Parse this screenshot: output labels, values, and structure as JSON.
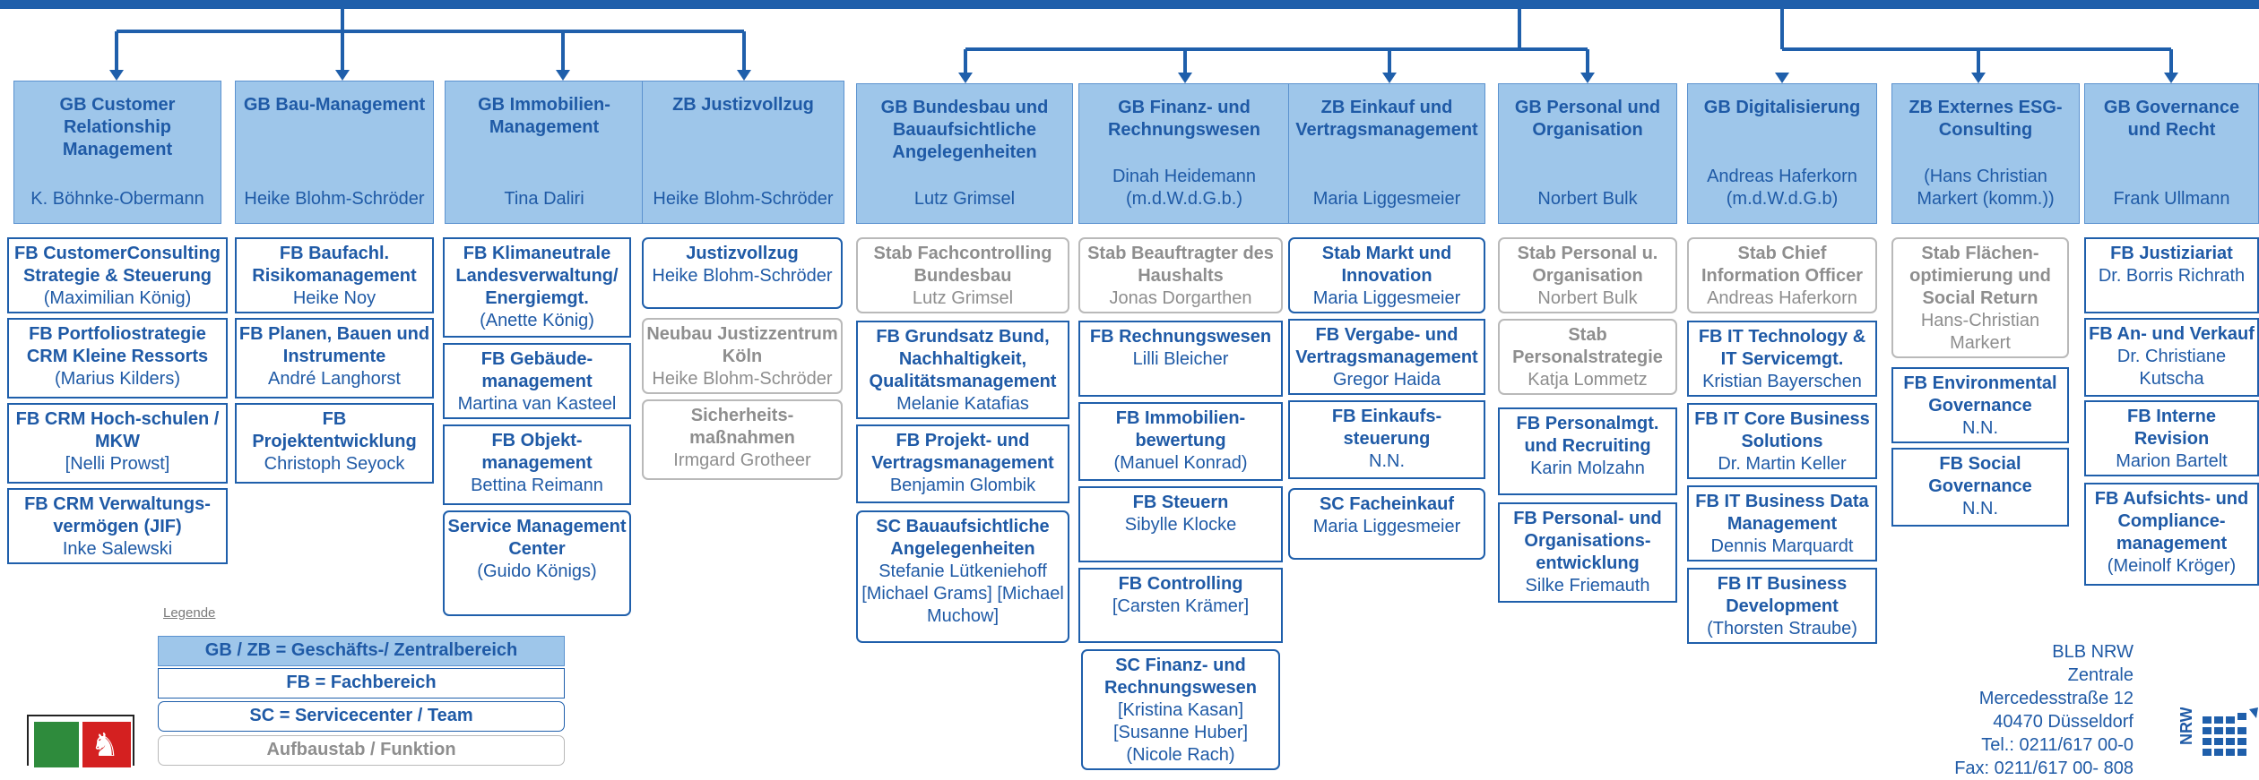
{
  "heads": [
    {
      "title": "GB Customer Relationship Management",
      "person": "K. Böhnke-Obermann"
    },
    {
      "title": "GB Bau-Management",
      "person": "Heike Blohm-Schröder"
    },
    {
      "title": "GB Immobilien-Management",
      "person": "Tina Daliri"
    },
    {
      "title": "ZB Justizvollzug",
      "person": "Heike Blohm-Schröder"
    },
    {
      "title": "GB Bundesbau und Bauaufsichtliche Angelegenheiten",
      "person": "Lutz Grimsel"
    },
    {
      "title": "GB Finanz- und Rechnungswesen",
      "person": "Dinah Heidemann (m.d.W.d.G.b.)"
    },
    {
      "title": "ZB Einkauf und Vertragsmanagement",
      "person": "Maria Liggesmeier"
    },
    {
      "title": "GB Personal und Organisation",
      "person": "Norbert Bulk"
    },
    {
      "title": "GB Digitalisierung",
      "person": "Andreas Haferkorn (m.d.W.d.G.b)"
    },
    {
      "title": "ZB Externes ESG-Consulting",
      "person": "(Hans Christian Markert (komm.))"
    },
    {
      "title": "GB Governance und Recht",
      "person": "Frank Ullmann"
    }
  ],
  "units": [
    {
      "title": "FB CustomerConsulting Strategie & Steuerung",
      "person": "(Maximilian König)"
    },
    {
      "title": "FB Portfoliostrategie CRM Kleine Ressorts",
      "person": "(Marius Kilders)"
    },
    {
      "title": "FB CRM Hoch-schulen / MKW",
      "person": "[Nelli Prowst]"
    },
    {
      "title": "FB CRM Verwaltungs-vermögen (JIF)",
      "person": "Inke Salewski"
    },
    {
      "title": "FB Baufachl. Risikomanagement",
      "person": "Heike Noy"
    },
    {
      "title": "FB Planen, Bauen und Instrumente",
      "person": "André Langhorst"
    },
    {
      "title": "FB Projektentwicklung",
      "person": "Christoph Seyock"
    },
    {
      "title": "FB Klimaneutrale Landesverwaltung/ Energiemgt.",
      "person": "(Anette König)"
    },
    {
      "title": "FB Gebäude-management",
      "person": "Martina van Kasteel"
    },
    {
      "title": "FB Objekt-management",
      "person": "Bettina Reimann"
    },
    {
      "title": "Service Management Center",
      "person": "(Guido Königs)"
    },
    {
      "title": "Justizvollzug",
      "person": "Heike Blohm-Schröder"
    },
    {
      "title": "Neubau Justizzentrum Köln",
      "person": "Heike Blohm-Schröder"
    },
    {
      "title": "Sicherheits-maßnahmen",
      "person": "Irmgard Grotheer"
    },
    {
      "title": "Stab Fachcontrolling Bundesbau",
      "person": "Lutz Grimsel"
    },
    {
      "title": "FB Grundsatz Bund, Nachhaltigkeit, Qualitätsmanagement",
      "person": "Melanie Katafias"
    },
    {
      "title": "FB Projekt- und Vertragsmanagement",
      "person": "Benjamin Glombik"
    },
    {
      "title": "SC Bauaufsichtliche Angelegenheiten",
      "person": "Stefanie Lütkeniehoff [Michael Grams] [Michael Muchow]"
    },
    {
      "title": "Stab Beauftragter des Haushalts",
      "person": "Jonas Dorgarthen"
    },
    {
      "title": "FB Rechnungswesen",
      "person": "Lilli Bleicher"
    },
    {
      "title": "FB Immobilien-bewertung",
      "person": "(Manuel Konrad)"
    },
    {
      "title": "FB Steuern",
      "person": "Sibylle Klocke"
    },
    {
      "title": "FB Controlling",
      "person": "[Carsten Krämer]"
    },
    {
      "title": "SC Finanz- und Rechnungswesen",
      "person": "[Kristina Kasan] [Susanne Huber] (Nicole Rach)"
    },
    {
      "title": "Stab Markt und Innovation",
      "person": "Maria Liggesmeier"
    },
    {
      "title": "FB Vergabe- und Vertragsmanagement",
      "person": "Gregor Haida"
    },
    {
      "title": "FB Einkaufs-steuerung",
      "person": "N.N."
    },
    {
      "title": "SC Facheinkauf",
      "person": "Maria Liggesmeier"
    },
    {
      "title": "Stab Personal u. Organisation",
      "person": "Norbert Bulk"
    },
    {
      "title": "Stab Personalstrategie",
      "person": "Katja Lommetz"
    },
    {
      "title": "FB Personalmgt. und Recruiting",
      "person": "Karin Molzahn"
    },
    {
      "title": "FB Personal- und Organisations-entwicklung",
      "person": "Silke Friemauth"
    },
    {
      "title": "Stab Chief Information Officer",
      "person": "Andreas Haferkorn"
    },
    {
      "title": "FB IT Technology & IT Servicemgt.",
      "person": "Kristian Bayerschen"
    },
    {
      "title": "FB IT Core Business Solutions",
      "person": "Dr. Martin Keller"
    },
    {
      "title": "FB IT Business Data Management",
      "person": "Dennis Marquardt"
    },
    {
      "title": "FB IT Business Development",
      "person": "(Thorsten Straube)"
    },
    {
      "title": "Stab Flächen-optimierung und Social Return",
      "person": "Hans-Christian Markert"
    },
    {
      "title": "FB Environmental Governance",
      "person": "N.N."
    },
    {
      "title": "FB Social Governance",
      "person": "N.N."
    },
    {
      "title": "FB Justiziariat",
      "person": "Dr. Borris Richrath"
    },
    {
      "title": "FB An- und Verkauf",
      "person": "Dr. Christiane Kutscha"
    },
    {
      "title": "FB Interne Revision",
      "person": "Marion Bartelt"
    },
    {
      "title": "FB Aufsichts- und Compliance-management",
      "person": "(Meinolf Kröger)"
    }
  ],
  "legend": {
    "title": "Legende",
    "items": [
      "GB / ZB = Geschäfts-/ Zentralbereich",
      "FB = Fachbereich",
      "SC = Servicecenter / Team",
      "Aufbaustab / Funktion"
    ]
  },
  "address": {
    "lines": [
      "BLB NRW",
      "Zentrale",
      "Mercedesstraße 12",
      "40470 Düsseldorf",
      "Tel.: 0211/617 00-0",
      "Fax: 0211/617 00- 808"
    ]
  },
  "logo_text": "NRW",
  "colors": {
    "primary": "#1f5fab",
    "head_fill": "#9ec6ea",
    "text_blue": "#1f5aa6",
    "staff_gray": "#8e8e8e"
  }
}
